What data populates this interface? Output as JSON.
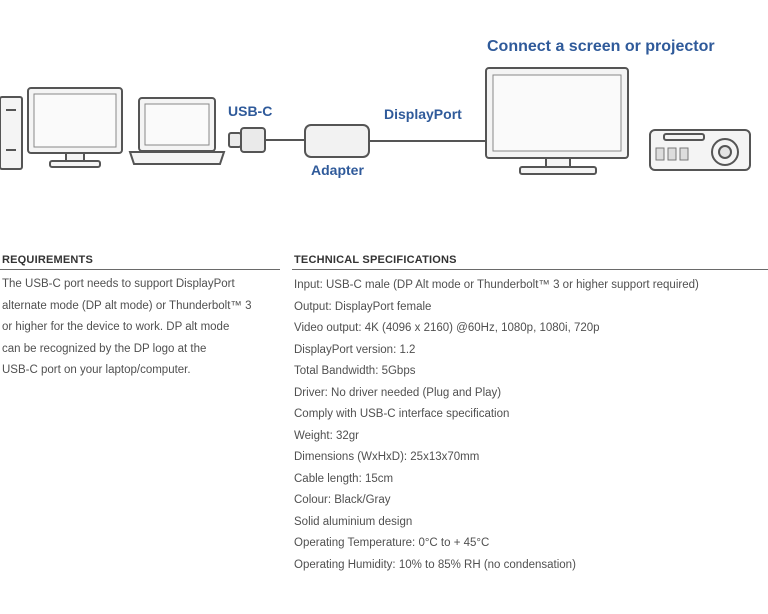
{
  "diagram": {
    "headline": "Connect a screen or projector",
    "usb_c_label": "USB-C",
    "displayport_label": "DisplayPort",
    "adapter_label": "Adapter"
  },
  "requirements": {
    "heading": "REQUIREMENTS",
    "lines": [
      "The USB-C port needs to support DisplayPort",
      "alternate mode (DP alt mode) or Thunderbolt™ 3",
      "or higher for the device to work. DP alt mode",
      "can be recognized by the DP logo at the",
      "USB-C port on your laptop/computer."
    ]
  },
  "specifications": {
    "heading": "TECHNICAL SPECIFICATIONS",
    "items": [
      "Input: USB-C male (DP Alt mode or Thunderbolt™ 3 or higher support required)",
      "Output: DisplayPort female",
      "Video output: 4K (4096 x 2160) @60Hz, 1080p, 1080i, 720p",
      "DisplayPort version: 1.2",
      "Total Bandwidth: 5Gbps",
      "Driver: No driver needed (Plug and Play)",
      "Comply with USB-C interface specification",
      "Weight: 32gr",
      "Dimensions (WxHxD): 25x13x70mm",
      "Cable length: 15cm",
      "Colour: Black/Gray",
      "Solid aluminium design",
      "Operating Temperature: 0°C to + 45°C",
      "Operating Humidity: 10% to 85% RH (no condensation)"
    ]
  }
}
